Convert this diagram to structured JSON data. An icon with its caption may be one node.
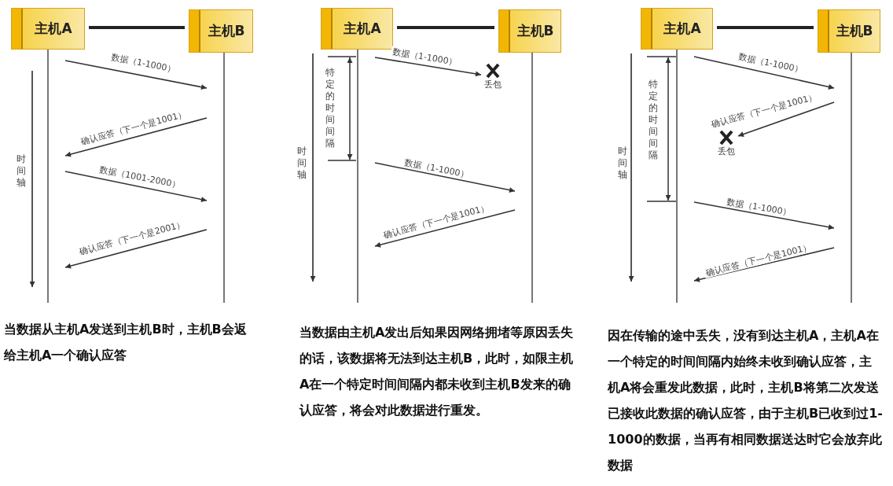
{
  "diagram": {
    "nodes": [
      {
        "text": [
          "主机A"
        ]
      },
      {
        "text": [
          "主机B"
        ]
      },
      {
        "text": [
          "主机A"
        ]
      },
      {
        "text": [
          "主机B"
        ]
      },
      {
        "text": [
          "丢包"
        ]
      },
      {
        "text": [
          "主机A"
        ]
      },
      {
        "text": [
          "主机B"
        ]
      },
      {
        "text": [
          "丢包"
        ]
      }
    ],
    "edges": [
      {
        "from": 0,
        "to": 1,
        "arrow": "none",
        "style": "thick"
      },
      {
        "from": 0,
        "to": 1,
        "arrow": "to",
        "label": "数据（1-1000）"
      },
      {
        "from": 1,
        "to": 0,
        "arrow": "to",
        "label": "确认应答（下一个是1001）"
      },
      {
        "from": 0,
        "to": 1,
        "arrow": "to",
        "label": "数据（1001-2000）"
      },
      {
        "from": 1,
        "to": 0,
        "arrow": "to",
        "label": "确认应答（下一个是2001）"
      },
      {
        "from": 2,
        "to": 3,
        "arrow": "none",
        "style": "thick"
      },
      {
        "from": 2,
        "to": 4,
        "arrow": "to",
        "label": "数据（1-1000）"
      },
      {
        "from": 2,
        "to": 3,
        "arrow": "to",
        "label": "数据（1-1000）"
      },
      {
        "from": 3,
        "to": 2,
        "arrow": "to",
        "label": "确认应答（下一个是1001）"
      },
      {
        "from": 5,
        "to": 6,
        "arrow": "none",
        "style": "thick"
      },
      {
        "from": 5,
        "to": 6,
        "arrow": "to",
        "label": "数据（1-1000）"
      },
      {
        "from": 6,
        "to": 7,
        "arrow": "to",
        "label": "确认应答（下一个是1001）"
      },
      {
        "from": 5,
        "to": 6,
        "arrow": "to",
        "label": "数据（1-1000）"
      },
      {
        "from": 6,
        "to": 5,
        "arrow": "to",
        "label": "确认应答（下一个是1001）"
      }
    ],
    "labels": [
      "时间轴",
      "当数据从主机A发送到主机B时，主机B会返给主机A一个确认应答",
      "特定的时间间隔",
      "时间轴",
      "当数据由主机A发出后知果因网络拥堵等原因丢失的话，该数据将无法到达主机B，此时，如限主机A在一个特定时间间隔内都未收到主机B发来的确认应答，将会对此数据进行重发。",
      "特定的时间间隔",
      "时间轴",
      "因在传输的途中丢失，没有到达主机A，主机A在一个特定的时间间隔内始终未收到确认应答，主机A将会重发此数据，此时，主机B将第二次发送已接收此数据的确认应答，由于主机B已收到过1-1000的数据，当再有相同数据送达时它会放弃此数据"
    ]
  }
}
